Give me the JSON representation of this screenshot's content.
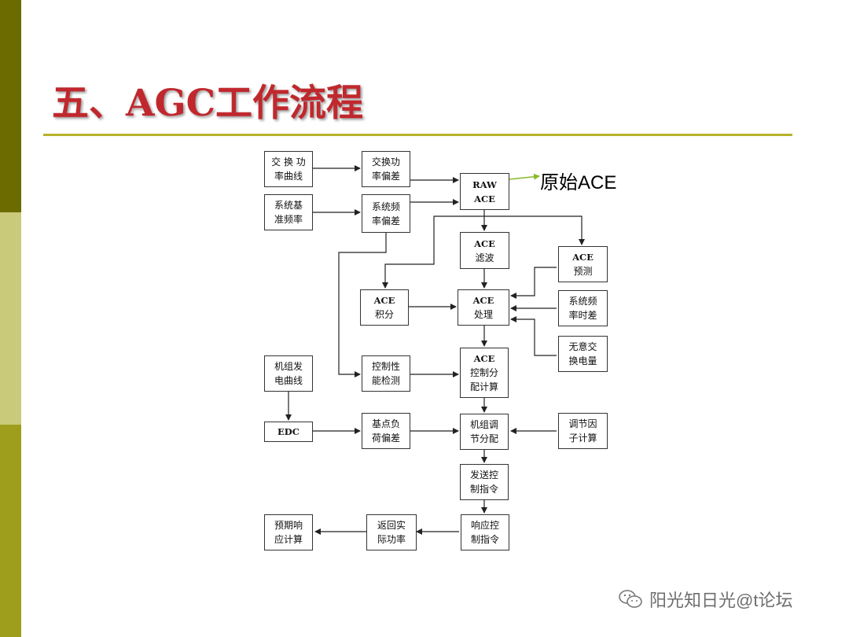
{
  "slide": {
    "title": "五、AGC工作流程",
    "annotation": "原始ACE",
    "watermark": "阳光知日光@t论坛"
  },
  "diagram": {
    "boxes": {
      "exchange_curve": [
        "交 换 功",
        "率曲线"
      ],
      "exchange_dev": [
        "交换功",
        "率偏差"
      ],
      "sys_freq_base": [
        "系统基",
        "准频率"
      ],
      "sys_freq_dev": [
        "系统频",
        "率偏差"
      ],
      "raw_ace": [
        "RAW",
        "ACE"
      ],
      "ace_filter": [
        "ACE",
        "滤波"
      ],
      "ace_predict": [
        "ACE",
        "预测"
      ],
      "ace_integral": [
        "ACE",
        "积分"
      ],
      "ace_process": [
        "ACE",
        "处理"
      ],
      "sys_freq_timediff": [
        "系统频",
        "率时差"
      ],
      "unintended_exch": [
        "无意交",
        "换电量"
      ],
      "unit_gen_curve": [
        "机组发",
        "电曲线"
      ],
      "control_perf": [
        "控制性",
        "能检测"
      ],
      "ace_alloc": [
        "ACE",
        "控制分",
        "配计算"
      ],
      "edc": [
        "EDC"
      ],
      "base_load_dev": [
        "基点负",
        "荷偏差"
      ],
      "unit_regulation": [
        "机组调",
        "节分配"
      ],
      "reg_factor": [
        "调节因",
        "子计算"
      ],
      "send_cmd": [
        "发送控",
        "制指令"
      ],
      "expected_resp": [
        "预期响",
        "应计算"
      ],
      "return_power": [
        "返回实",
        "际功率"
      ],
      "response_cmd": [
        "响应控",
        "制指令"
      ]
    }
  },
  "colors": {
    "title": "#c0282d",
    "rule": "#b7b22a",
    "strip_dark": "#6b6b00",
    "strip_light": "#c9cb7a",
    "strip_mid": "#9e9e1c",
    "annotation_arrow": "#8ab82a"
  }
}
